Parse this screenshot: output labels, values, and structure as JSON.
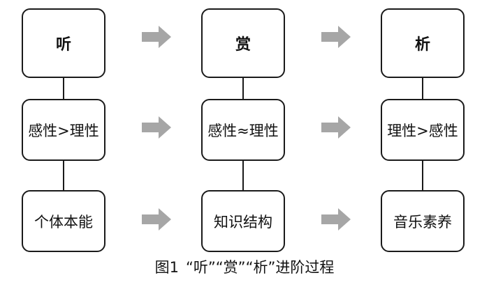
{
  "columns": [
    {
      "head": "听",
      "middle": "感性>理性",
      "bottom": "个体本能"
    },
    {
      "head": "赏",
      "middle": "感性≈理性",
      "bottom": "知识结构"
    },
    {
      "head": "析",
      "middle": "理性>感性",
      "bottom": "音乐素养"
    }
  ],
  "caption": {
    "figure_number": "图1",
    "title": "“听”“赏”“析”进阶过程"
  },
  "colors": {
    "arrow": "#a6a6a6",
    "border": "#1a1a1a"
  },
  "icons": {
    "arrow": "right-arrow-icon"
  }
}
